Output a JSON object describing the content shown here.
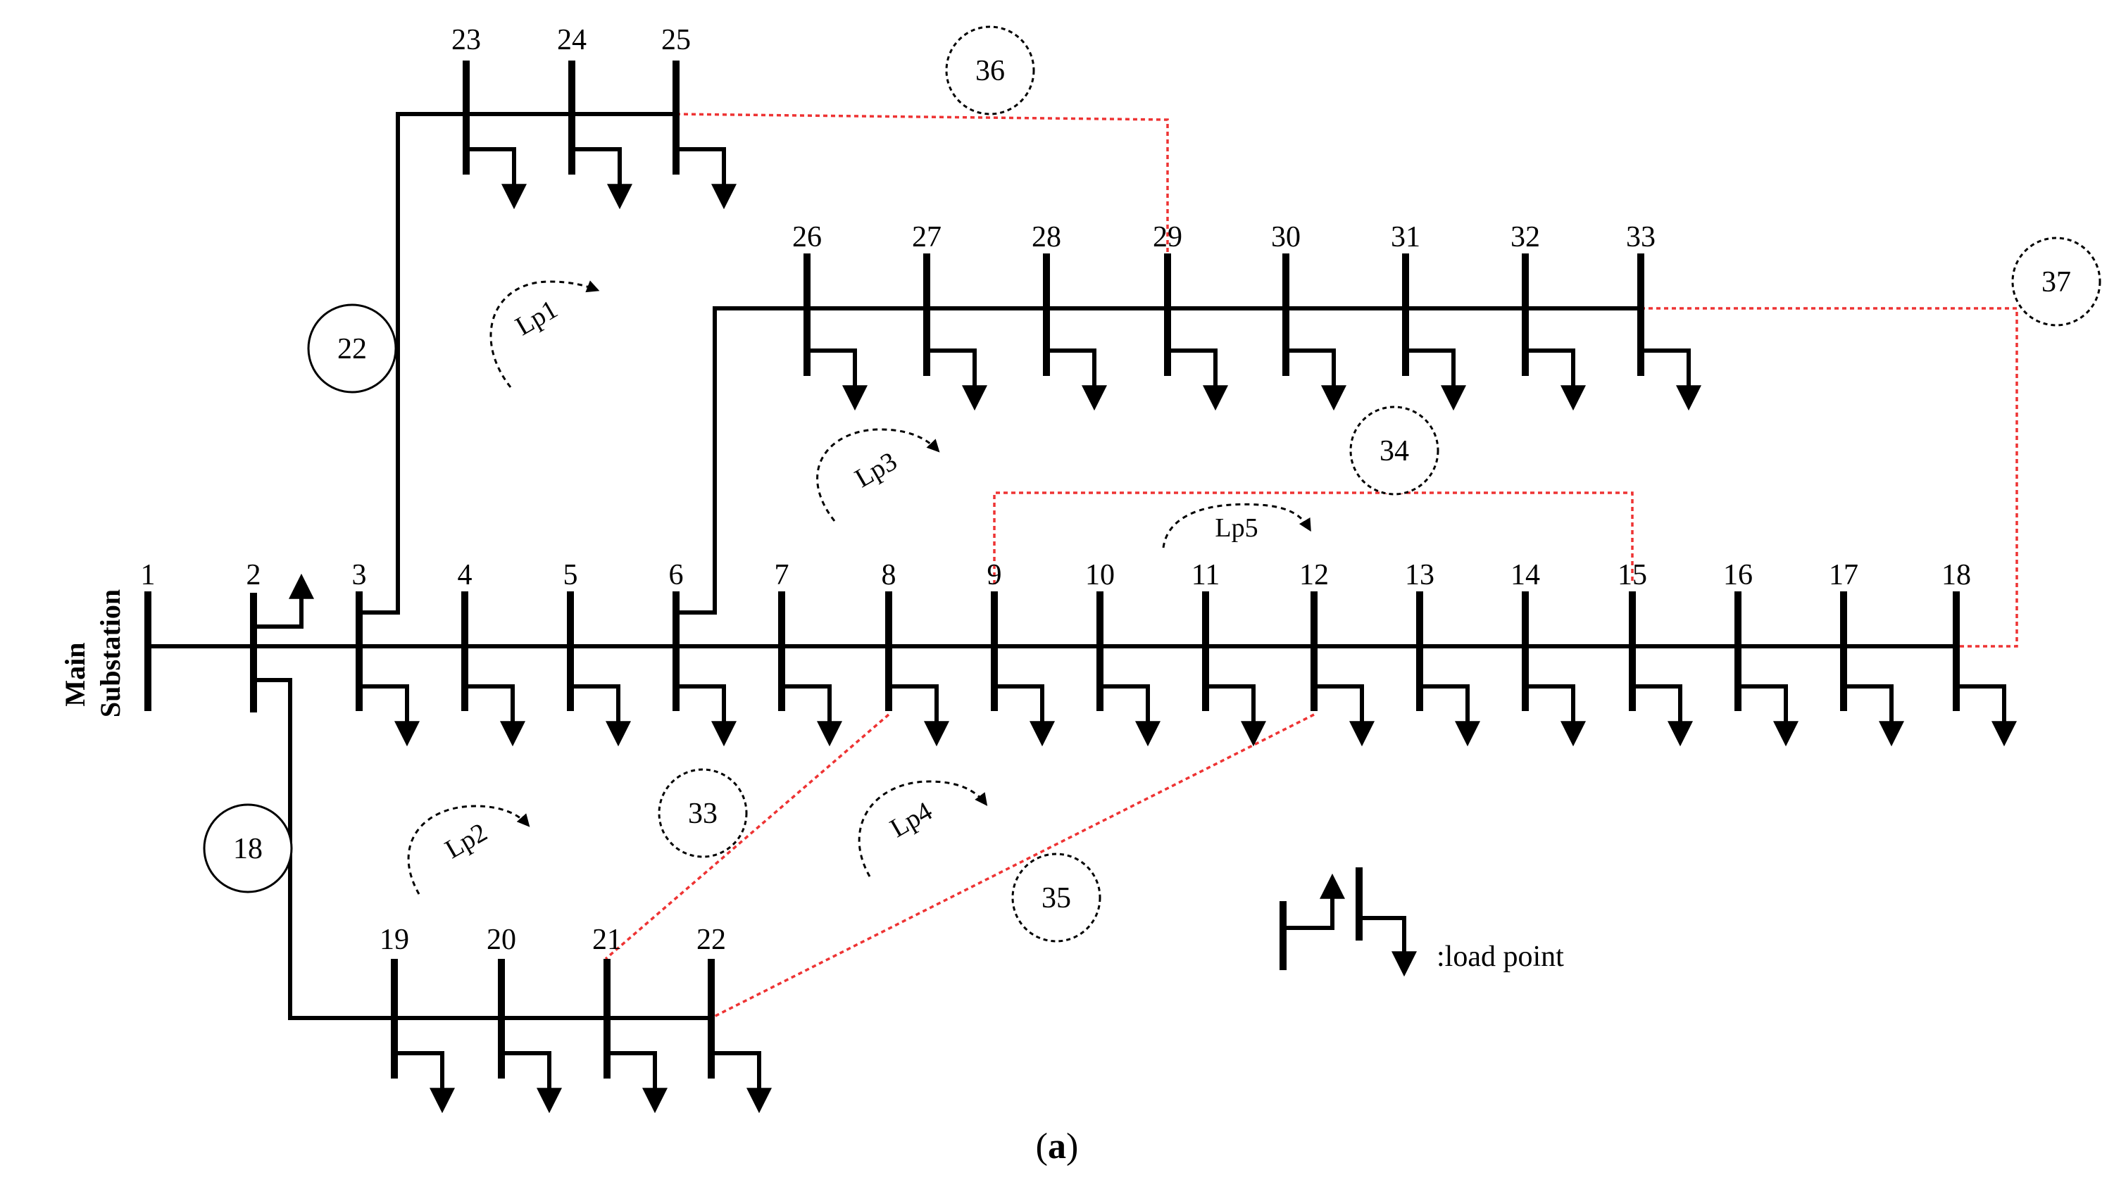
{
  "substation": {
    "line1": "Main",
    "line2": "Substation"
  },
  "buses": [
    "1",
    "2",
    "3",
    "4",
    "5",
    "6",
    "7",
    "8",
    "9",
    "10",
    "11",
    "12",
    "13",
    "14",
    "15",
    "16",
    "17",
    "18",
    "19",
    "20",
    "21",
    "22",
    "23",
    "24",
    "25",
    "26",
    "27",
    "28",
    "29",
    "30",
    "31",
    "32",
    "33"
  ],
  "branch_labels": {
    "b18": "18",
    "b22": "22"
  },
  "tie_labels": {
    "t33": "33",
    "t34": "34",
    "t35": "35",
    "t36": "36",
    "t37": "37"
  },
  "loops": {
    "lp1": "Lp1",
    "lp2": "Lp2",
    "lp3": "Lp3",
    "lp4": "Lp4",
    "lp5": "Lp5"
  },
  "legend": {
    "text": ":load point"
  },
  "caption": {
    "open": "(",
    "letter": "a",
    "close": ")"
  }
}
